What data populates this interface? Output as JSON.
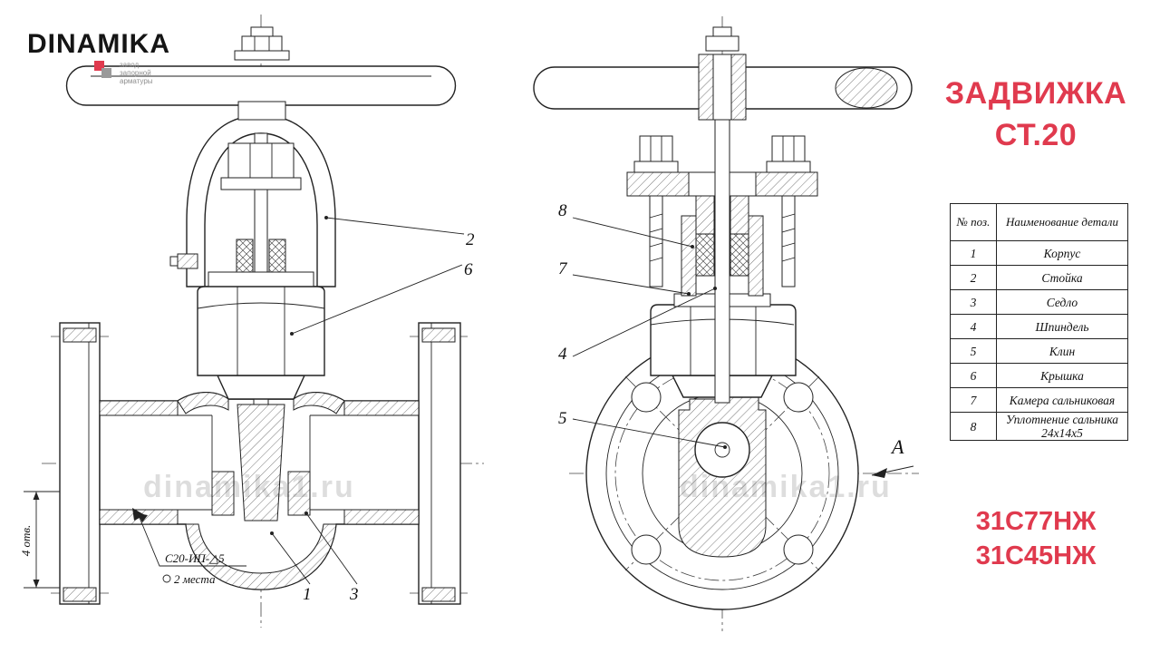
{
  "brand": {
    "name": "DINAMIKA",
    "tagline_lines": [
      "завод",
      "запорной",
      "арматуры"
    ]
  },
  "title": {
    "line1": "ЗАДВИЖКА",
    "line2": "СТ.20"
  },
  "parts_table": {
    "headers": [
      "№ поз.",
      "Наименование детали"
    ],
    "rows": [
      {
        "pos": "1",
        "name": "Корпус"
      },
      {
        "pos": "2",
        "name": "Стойка"
      },
      {
        "pos": "3",
        "name": "Седло"
      },
      {
        "pos": "4",
        "name": "Шпиндель"
      },
      {
        "pos": "5",
        "name": "Клин"
      },
      {
        "pos": "6",
        "name": "Крышка"
      },
      {
        "pos": "7",
        "name": "Камера сальниковая"
      },
      {
        "pos": "8",
        "name": "Уплотнение сальника 24х14х5"
      }
    ]
  },
  "models": [
    "31С77НЖ",
    "31С45НЖ"
  ],
  "callouts": {
    "korpus": "1",
    "stoyka": "2",
    "sedlo": "3",
    "shpindel": "4",
    "klin": "5",
    "kryshka": "6",
    "kamera": "7",
    "uplotnenie": "8"
  },
  "annotations": {
    "weld_spec": "С20-ИП-△5",
    "weld_places": "2 места",
    "holes": "4 отв.",
    "view_label": "А"
  },
  "watermark": "dinamika1.ru",
  "colors": {
    "accent_red": "#e03a4e",
    "line": "#1c1c1c",
    "watermark_gray": "#c9c9c9"
  }
}
